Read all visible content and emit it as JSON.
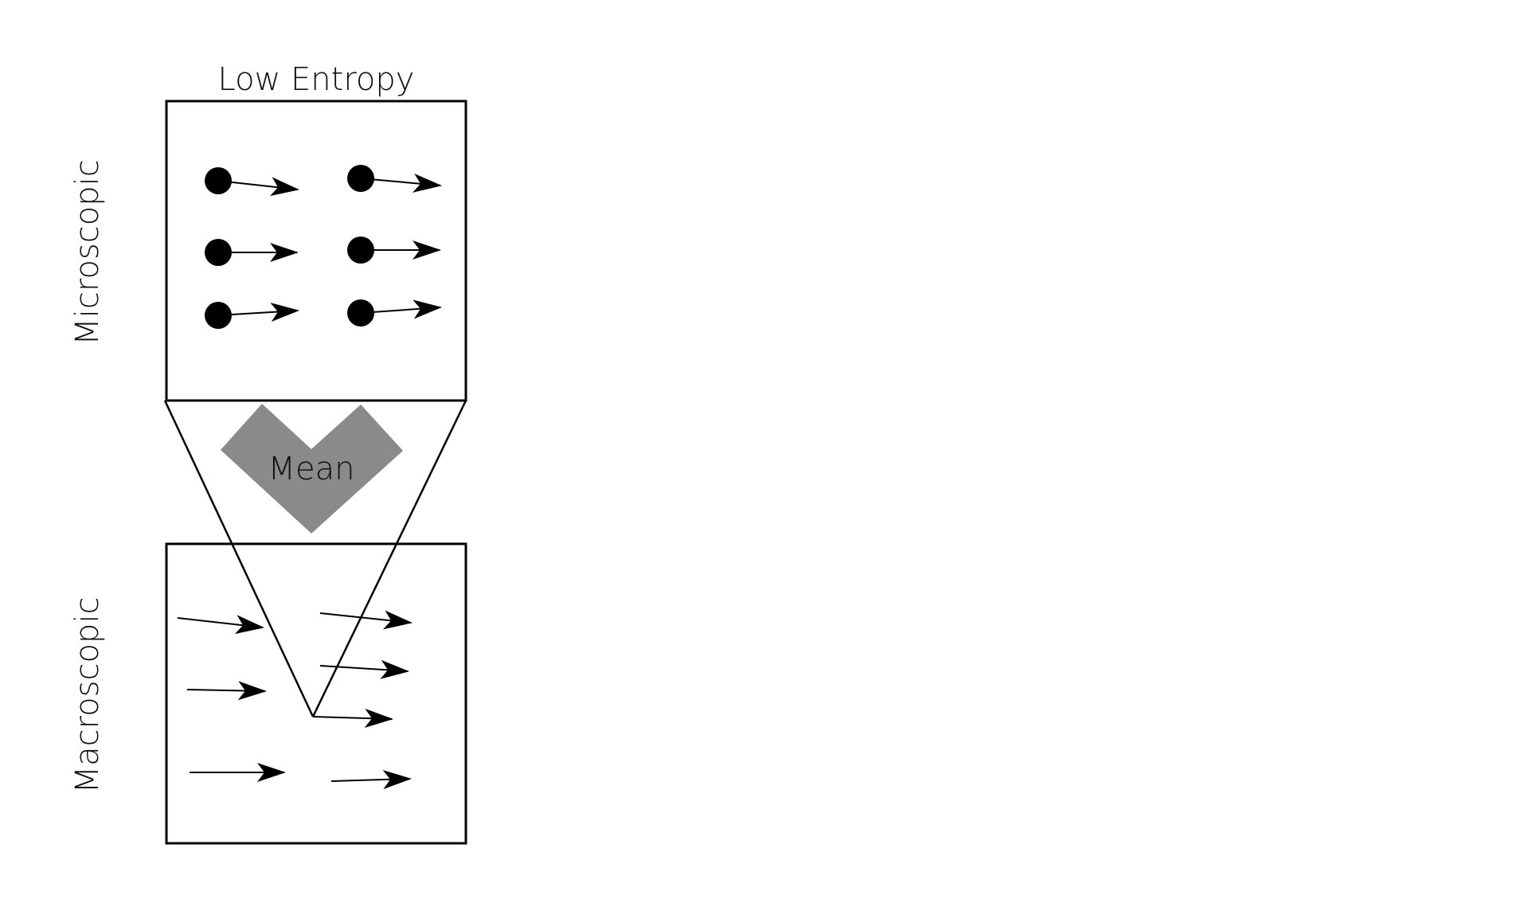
{
  "labels": {
    "title": "Low Entropy",
    "row_top": "Microscopic",
    "row_bottom": "Macroscopic",
    "operator": "Mean"
  },
  "colors": {
    "ink": "#000000",
    "operator_fill": "#8a8a8a",
    "background": "#ffffff"
  }
}
